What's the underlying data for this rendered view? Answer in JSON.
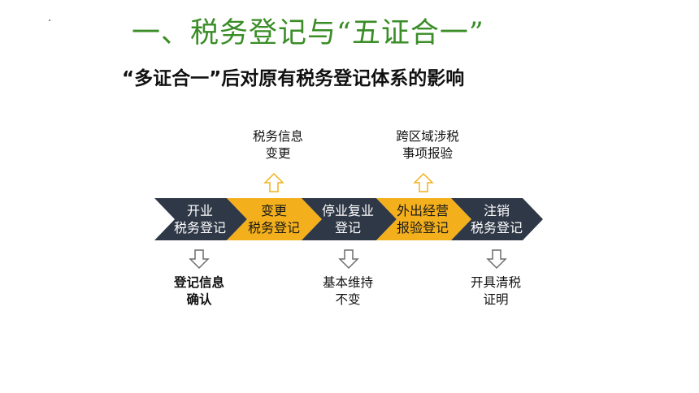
{
  "title": "一、税务登记与“五证合一”",
  "subtitle": "“多证合一”后对原有税务登记体系的影响",
  "colors": {
    "dark": "#2f3846",
    "gold": "#f4b01c",
    "title_green": "#3a8d27",
    "arrow_gray": "#6d6d6d"
  },
  "steps": [
    {
      "line1": "开业",
      "line2": "税务登记",
      "style": "dark"
    },
    {
      "line1": "变更",
      "line2": "税务登记",
      "style": "gold"
    },
    {
      "line1": "停业复业",
      "line2": "登记",
      "style": "dark"
    },
    {
      "line1": "外出经营",
      "line2": "报验登记",
      "style": "gold"
    },
    {
      "line1": "注销",
      "line2": "税务登记",
      "style": "dark"
    }
  ],
  "upper_notes": [
    {
      "line1": "税务信息",
      "line2": "变更",
      "icon": "arrow-up-outline-icon"
    },
    {
      "line1": "跨区域涉税",
      "line2": "事项报验",
      "icon": "arrow-up-outline-icon"
    }
  ],
  "lower_notes": [
    {
      "line1": "登记信息",
      "line2": "确认",
      "icon": "arrow-down-outline-icon"
    },
    {
      "line1": "基本维持",
      "line2": "不变",
      "icon": "arrow-down-outline-icon"
    },
    {
      "line1": "开具清税",
      "line2": "证明",
      "icon": "arrow-down-outline-icon"
    }
  ]
}
